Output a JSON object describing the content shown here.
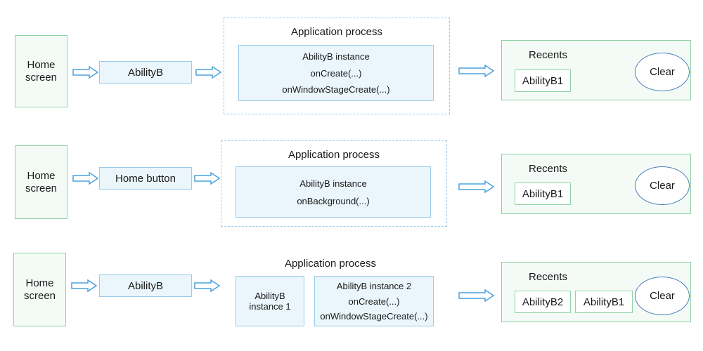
{
  "rows": [
    {
      "home": "Home\nscreen",
      "step": "AbilityB",
      "process_title": "Application process",
      "instance_lines": [
        "AbilityB instance",
        "onCreate(...)",
        "onWindowStageCreate(...)"
      ],
      "recents_title": "Recents",
      "recent_items": [
        "AbilityB1"
      ],
      "clear": "Clear"
    },
    {
      "home": "Home\nscreen",
      "step": "Home button",
      "process_title": "Application process",
      "instance_lines": [
        "AbilityB instance",
        "onBackground(...)"
      ],
      "recents_title": "Recents",
      "recent_items": [
        "AbilityB1"
      ],
      "clear": "Clear"
    },
    {
      "home": "Home\nscreen",
      "step": "AbilityB",
      "process_title": "Application process",
      "instance1_lines": [
        "AbilityB",
        "instance 1"
      ],
      "instance2_lines": [
        "AbilityB instance 2",
        "onCreate(...)",
        "onWindowStageCreate(...)"
      ],
      "recents_title": "Recents",
      "recent_items": [
        "AbilityB2",
        "AbilityB1"
      ],
      "clear": "Clear"
    }
  ],
  "colors": {
    "green_border": "#8fd1a5",
    "green_fill": "#f4fbf6",
    "blue_border": "#9ccbe8",
    "blue_fill": "#eaf5fc",
    "clear_border": "#4a7fb8",
    "arrow": "#4aa3df"
  },
  "icons": {
    "arrow": "hollow-right-arrow-icon"
  }
}
